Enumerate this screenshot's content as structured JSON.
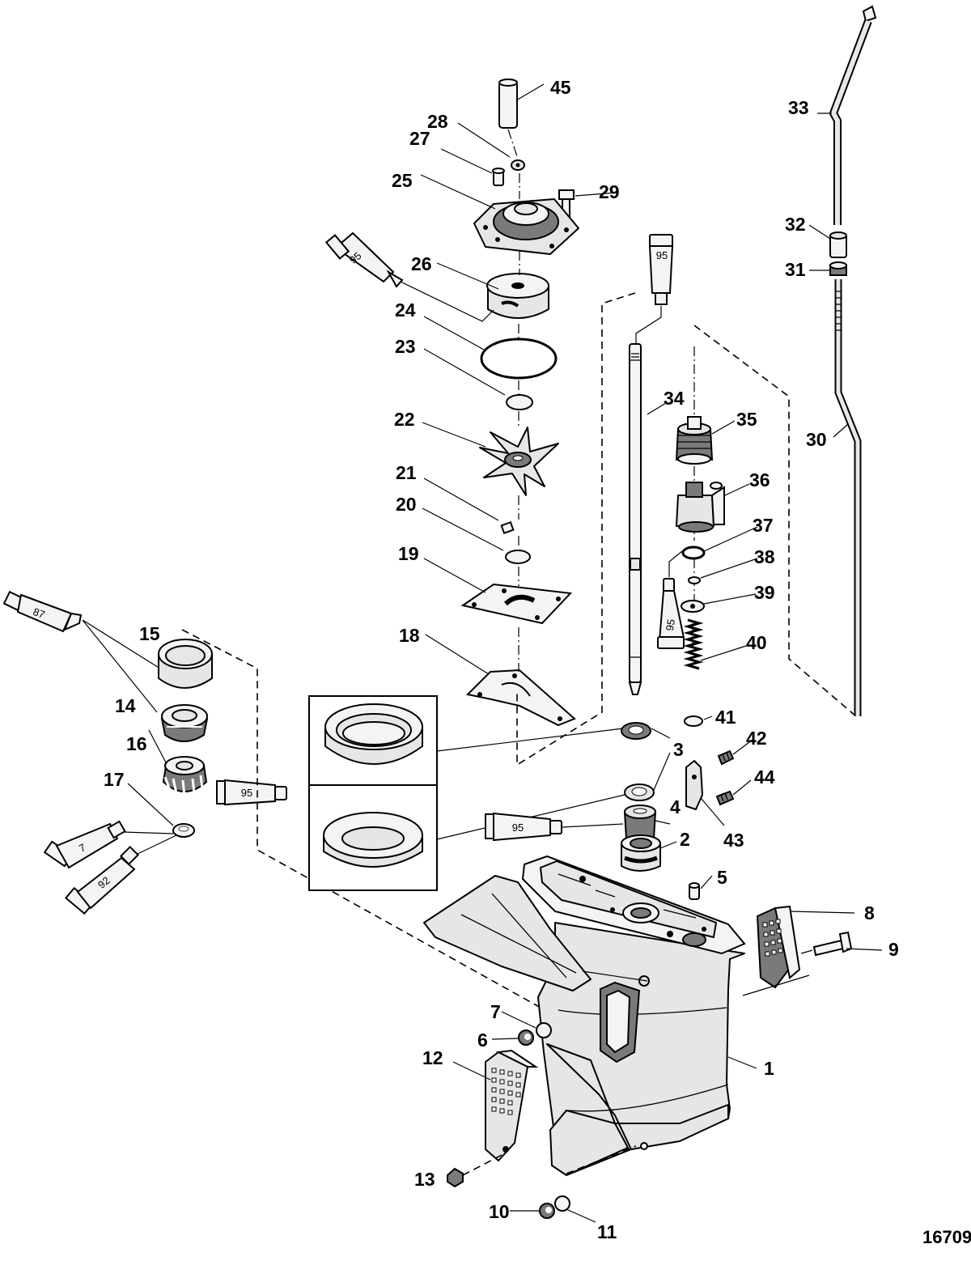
{
  "diagram": {
    "figure_number": "16709",
    "callouts": {
      "c1": "1",
      "c2": "2",
      "c3": "3",
      "c4": "4",
      "c5": "5",
      "c6": "6",
      "c7": "7",
      "c8": "8",
      "c9": "9",
      "c10": "10",
      "c11": "11",
      "c12": "12",
      "c13": "13",
      "c14": "14",
      "c15": "15",
      "c16": "16",
      "c17": "17",
      "c18": "18",
      "c19": "19",
      "c20": "20",
      "c21": "21",
      "c22": "22",
      "c23": "23",
      "c24": "24",
      "c25": "25",
      "c26": "26",
      "c27": "27",
      "c28": "28",
      "c29": "29",
      "c30": "30",
      "c31": "31",
      "c32": "32",
      "c33": "33",
      "c34": "34",
      "c35": "35",
      "c36": "36",
      "c37": "37",
      "c38": "38",
      "c39": "39",
      "c40": "40",
      "c41": "41",
      "c42": "42",
      "c43": "43",
      "c44": "44",
      "c45": "45"
    },
    "lubricant_tubes": {
      "t95_pump": "95",
      "t95_shaft": "95",
      "t95_shift": "95",
      "t87": "87",
      "t95_gear": "95",
      "t7": "7",
      "t92": "92",
      "t95_bushing": "95"
    }
  }
}
